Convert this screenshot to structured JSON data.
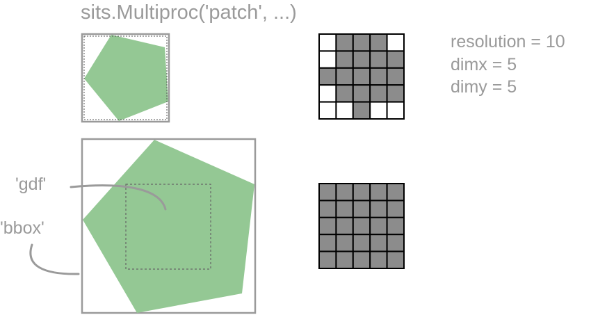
{
  "title": "sits.Multiproc('patch', ...)",
  "params": {
    "resolution": "resolution = 10",
    "dimx": "dimx = 5",
    "dimy": "dimy = 5"
  },
  "labels": {
    "gdf": "'gdf'",
    "bbox": "'bbox'"
  },
  "colors": {
    "polygon_fill": "#94c894",
    "cell_filled": "#8c8c8c",
    "cell_empty": "#ffffff",
    "frame": "#9a9a9a",
    "text": "#9a9a9a"
  },
  "grids": [
    {
      "name": "patch-mask-top",
      "rows": [
        [
          0,
          1,
          1,
          1,
          0
        ],
        [
          0,
          1,
          1,
          1,
          1
        ],
        [
          1,
          1,
          1,
          1,
          1
        ],
        [
          0,
          1,
          1,
          1,
          1
        ],
        [
          0,
          0,
          1,
          0,
          0
        ]
      ]
    },
    {
      "name": "patch-mask-bottom",
      "rows": [
        [
          1,
          1,
          1,
          1,
          1
        ],
        [
          1,
          1,
          1,
          1,
          1
        ],
        [
          1,
          1,
          1,
          1,
          1
        ],
        [
          1,
          1,
          1,
          1,
          1
        ],
        [
          1,
          1,
          1,
          1,
          1
        ]
      ]
    }
  ]
}
